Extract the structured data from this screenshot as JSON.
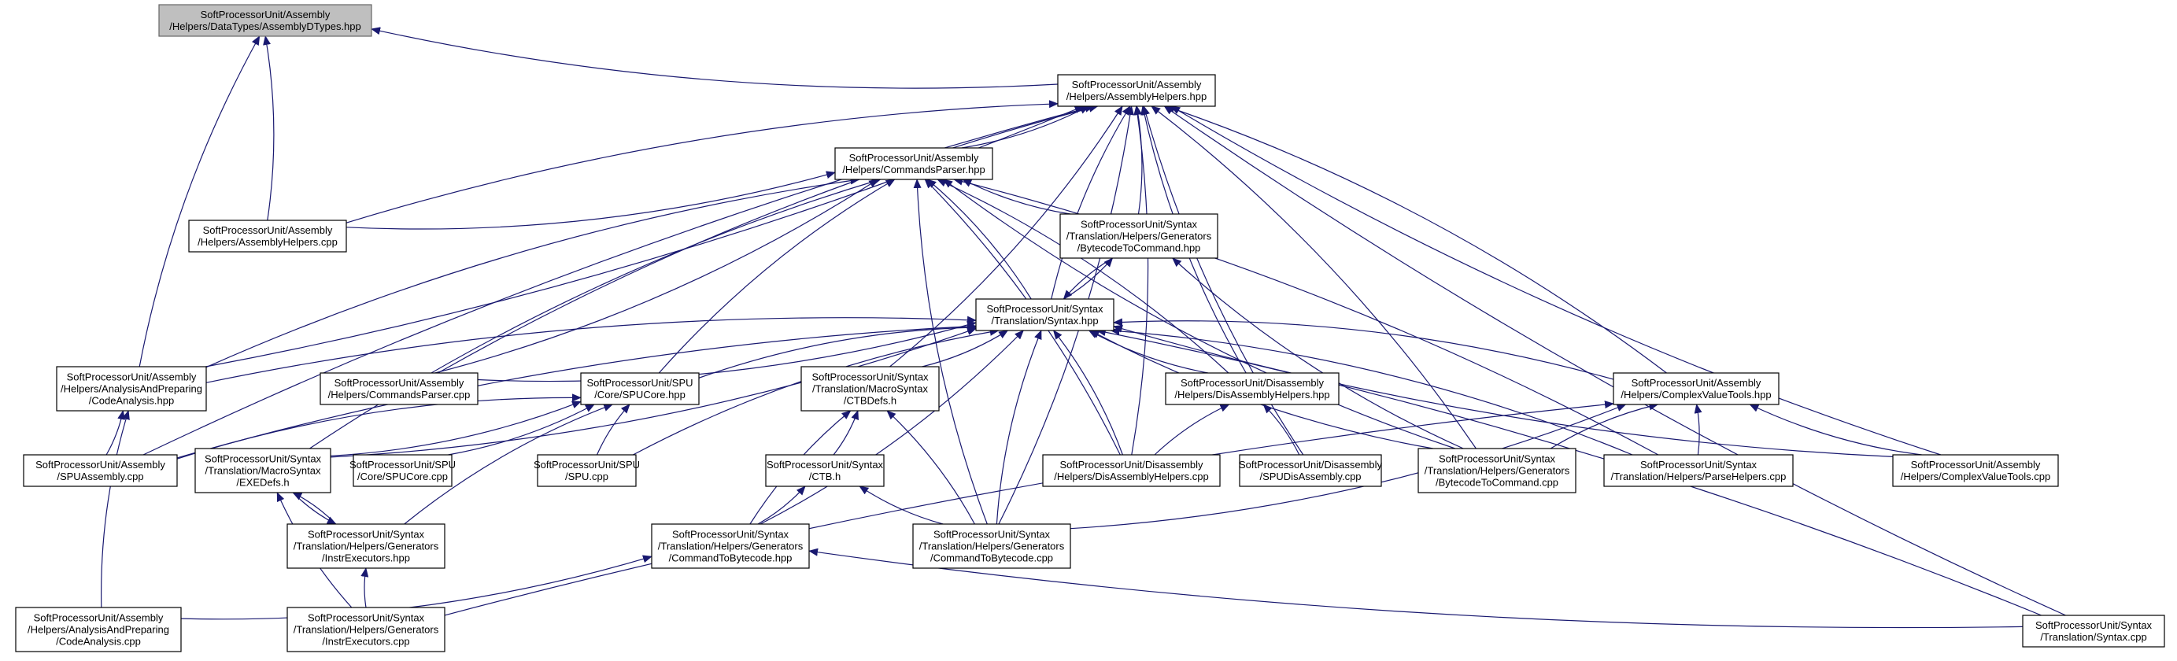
{
  "nodes": [
    {
      "id": "adt",
      "lines": [
        "SoftProcessorUnit/Assembly",
        "/Helpers/DataTypes/AssemblyDTypes.hpp"
      ],
      "highlight": true
    },
    {
      "id": "ahh",
      "lines": [
        "SoftProcessorUnit/Assembly",
        "/Helpers/AssemblyHelpers.hpp"
      ]
    },
    {
      "id": "cph",
      "lines": [
        "SoftProcessorUnit/Assembly",
        "/Helpers/CommandsParser.hpp"
      ]
    },
    {
      "id": "ahc",
      "lines": [
        "SoftProcessorUnit/Assembly",
        "/Helpers/AssemblyHelpers.cpp"
      ]
    },
    {
      "id": "btch",
      "lines": [
        "SoftProcessorUnit/Syntax",
        "/Translation/Helpers/Generators",
        "/BytecodeToCommand.hpp"
      ]
    },
    {
      "id": "syh",
      "lines": [
        "SoftProcessorUnit/Syntax",
        "/Translation/Syntax.hpp"
      ]
    },
    {
      "id": "cah",
      "lines": [
        "SoftProcessorUnit/Assembly",
        "/Helpers/AnalysisAndPreparing",
        "/CodeAnalysis.hpp"
      ]
    },
    {
      "id": "cpc",
      "lines": [
        "SoftProcessorUnit/Assembly",
        "/Helpers/CommandsParser.cpp"
      ]
    },
    {
      "id": "spuch",
      "lines": [
        "SoftProcessorUnit/SPU",
        "/Core/SPUCore.hpp"
      ]
    },
    {
      "id": "ctbd",
      "lines": [
        "SoftProcessorUnit/Syntax",
        "/Translation/MacroSyntax",
        "/CTBDefs.h"
      ]
    },
    {
      "id": "dahh",
      "lines": [
        "SoftProcessorUnit/Disassembly",
        "/Helpers/DisAssemblyHelpers.hpp"
      ]
    },
    {
      "id": "cvth",
      "lines": [
        "SoftProcessorUnit/Assembly",
        "/Helpers/ComplexValueTools.hpp"
      ]
    },
    {
      "id": "spua",
      "lines": [
        "SoftProcessorUnit/Assembly",
        "/SPUAssembly.cpp"
      ]
    },
    {
      "id": "exed",
      "lines": [
        "SoftProcessorUnit/Syntax",
        "/Translation/MacroSyntax",
        "/EXEDefs.h"
      ]
    },
    {
      "id": "spucc",
      "lines": [
        "SoftProcessorUnit/SPU",
        "/Core/SPUCore.cpp"
      ]
    },
    {
      "id": "spuc",
      "lines": [
        "SoftProcessorUnit/SPU",
        "/SPU.cpp"
      ]
    },
    {
      "id": "ctbh",
      "lines": [
        "SoftProcessorUnit/Syntax",
        "/CTB.h"
      ]
    },
    {
      "id": "dahc",
      "lines": [
        "SoftProcessorUnit/Disassembly",
        "/Helpers/DisAssemblyHelpers.cpp"
      ]
    },
    {
      "id": "spud",
      "lines": [
        "SoftProcessorUnit/Disassembly",
        "/SPUDisAssembly.cpp"
      ]
    },
    {
      "id": "btcc",
      "lines": [
        "SoftProcessorUnit/Syntax",
        "/Translation/Helpers/Generators",
        "/BytecodeToCommand.cpp"
      ]
    },
    {
      "id": "phc",
      "lines": [
        "SoftProcessorUnit/Syntax",
        "/Translation/Helpers/ParseHelpers.cpp"
      ]
    },
    {
      "id": "cvtc",
      "lines": [
        "SoftProcessorUnit/Assembly",
        "/Helpers/ComplexValueTools.cpp"
      ]
    },
    {
      "id": "ieh",
      "lines": [
        "SoftProcessorUnit/Syntax",
        "/Translation/Helpers/Generators",
        "/InstrExecutors.hpp"
      ]
    },
    {
      "id": "ctbhpp",
      "lines": [
        "SoftProcessorUnit/Syntax",
        "/Translation/Helpers/Generators",
        "/CommandToBytecode.hpp"
      ]
    },
    {
      "id": "ctbcpp",
      "lines": [
        "SoftProcessorUnit/Syntax",
        "/Translation/Helpers/Generators",
        "/CommandToBytecode.cpp"
      ]
    },
    {
      "id": "cac",
      "lines": [
        "SoftProcessorUnit/Assembly",
        "/Helpers/AnalysisAndPreparing",
        "/CodeAnalysis.cpp"
      ]
    },
    {
      "id": "iec",
      "lines": [
        "SoftProcessorUnit/Syntax",
        "/Translation/Helpers/Generators",
        "/InstrExecutors.cpp"
      ]
    },
    {
      "id": "syc",
      "lines": [
        "SoftProcessorUnit/Syntax",
        "/Translation/Syntax.cpp"
      ]
    }
  ],
  "colors": {
    "edge": "#191970",
    "node_border": "#000000",
    "root_fill": "#bfbfbf",
    "root_border": "#666666"
  }
}
